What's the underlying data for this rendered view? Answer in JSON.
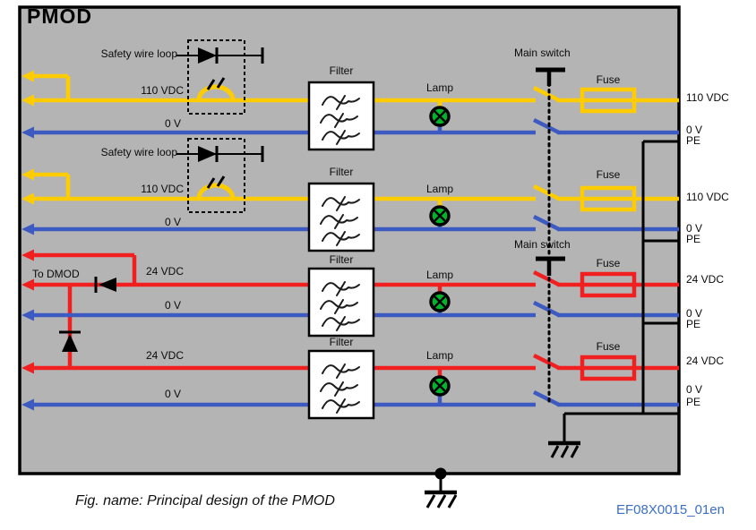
{
  "title": "PMOD",
  "caption": "Fig. name: Principal design of the PMOD",
  "doc_number": "EF08X0015_01en",
  "labels": {
    "safety_wire_loop": "Safety wire loop",
    "filter": "Filter",
    "lamp": "Lamp",
    "fuse": "Fuse",
    "main_switch": "Main switch",
    "to_dmod": "To DMOD",
    "v110": "110 VDC",
    "v24": "24 VDC",
    "v0": "0 V",
    "pe": "PE"
  },
  "colors": {
    "panel_gray": "#b4b4b4",
    "wire_110vdc_yellow": "#ffcc00",
    "wire_0v_blue": "#3d5ac1",
    "wire_24vdc_red": "#f02020",
    "lamp_green": "#00b42c",
    "doc_number_blue": "#3c6fc8",
    "outline_black": "#000000"
  },
  "circuits": [
    {
      "supply": "110 VDC",
      "return": "0 V",
      "earth": "PE",
      "has_safety_wire_loop": true,
      "components": [
        "Filter",
        "Lamp",
        "Main switch",
        "Fuse"
      ]
    },
    {
      "supply": "110 VDC",
      "return": "0 V",
      "earth": "PE",
      "has_safety_wire_loop": true,
      "components": [
        "Filter",
        "Lamp",
        "Main switch",
        "Fuse"
      ]
    },
    {
      "supply": "24 VDC",
      "return": "0 V",
      "earth": "PE",
      "has_safety_wire_loop": false,
      "components": [
        "Filter",
        "Lamp",
        "Main switch",
        "Fuse"
      ],
      "feeds": "To DMOD"
    },
    {
      "supply": "24 VDC",
      "return": "0 V",
      "earth": "PE",
      "has_safety_wire_loop": false,
      "components": [
        "Filter",
        "Lamp",
        "Main switch",
        "Fuse"
      ],
      "feeds": "To DMOD"
    }
  ]
}
